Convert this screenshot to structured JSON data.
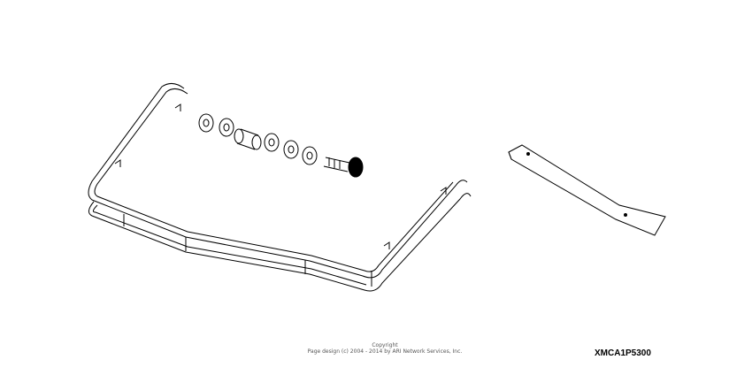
{
  "copyright": {
    "line1": "Copyright",
    "line2": "Page design (c) 2004 - 2014 by ARI Network Services, Inc."
  },
  "part_number": "XMCA1P5300"
}
